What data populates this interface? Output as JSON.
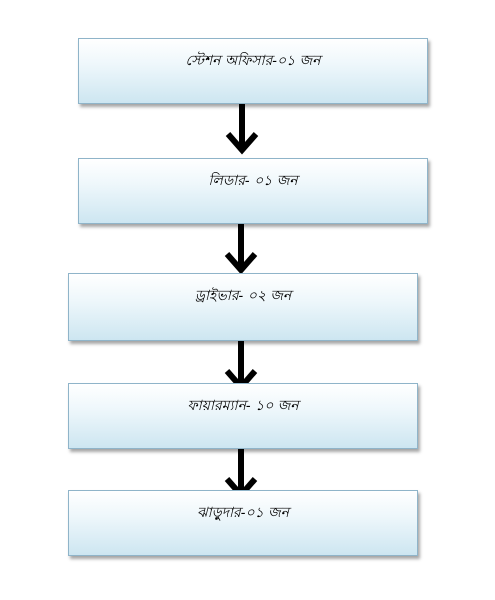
{
  "flow": {
    "steps": [
      {
        "label": "স্টেশন অফিসার-০১ জন"
      },
      {
        "label": "লিডার- ০১ জন"
      },
      {
        "label": "ড্রাইভার- ০২ জন"
      },
      {
        "label": "ফায়ারম্যান- ১০ জন"
      },
      {
        "label": "ঝাড়ুদার-০১ জন"
      }
    ],
    "arrow_color": "#000000",
    "box_border_color": "#8fb4c9",
    "box_fill_color": "#cde6f1"
  }
}
